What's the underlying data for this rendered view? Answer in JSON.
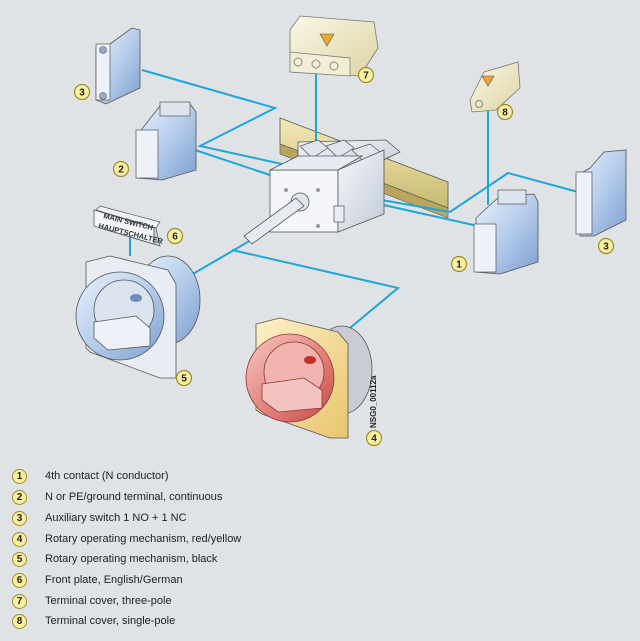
{
  "diagram": {
    "title_code": "NSG0_00112a",
    "callout_color": "#1ea6dc",
    "badge_fill": "#fbf0a0",
    "background": "#dfe3e6",
    "front_plate_text": [
      "MAIN SWITCH",
      "HAUPTSCHALTER"
    ],
    "components": [
      {
        "number": "1",
        "label": "4th contact (N conductor)"
      },
      {
        "number": "2",
        "label": "N or PE/ground terminal, continuous"
      },
      {
        "number": "3",
        "label": "Auxiliary switch 1 NO + 1 NC"
      },
      {
        "number": "4",
        "label": "Rotary operating mechanism, red/yellow"
      },
      {
        "number": "5",
        "label": "Rotary operating mechanism, black"
      },
      {
        "number": "6",
        "label": "Front plate, English/German"
      },
      {
        "number": "7",
        "label": "Terminal cover, three-pole"
      },
      {
        "number": "8",
        "label": "Terminal cover, single-pole"
      }
    ],
    "badges": {
      "aux_left": "3",
      "pe_terminal": "2",
      "terminal_cover_three": "7",
      "terminal_cover_single": "8",
      "front_plate": "6",
      "fourth_contact": "1",
      "aux_right": "3",
      "rotary_black": "5",
      "rotary_red": "4"
    }
  }
}
